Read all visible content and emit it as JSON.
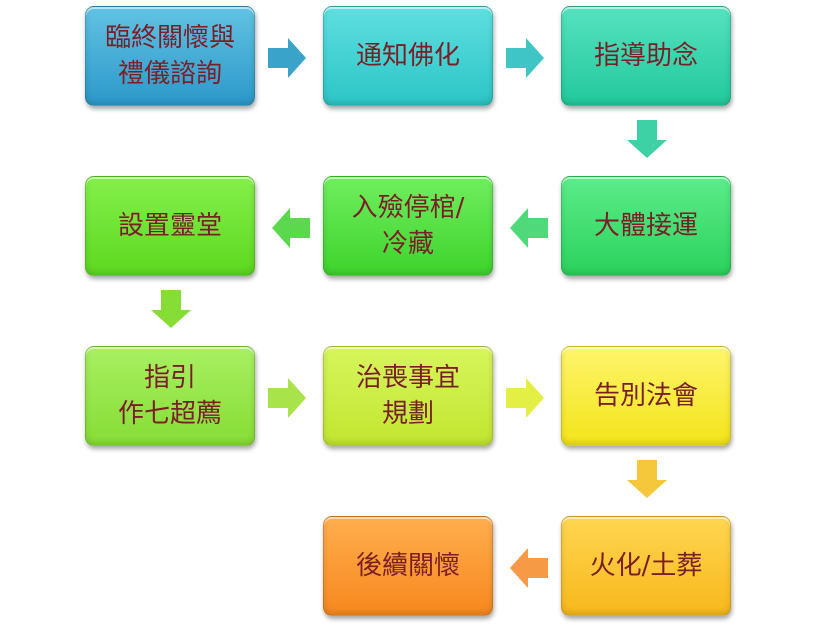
{
  "flowchart": {
    "steps": [
      {
        "label": "臨終關懷與\n禮儀諮詢"
      },
      {
        "label": "通知佛化"
      },
      {
        "label": "指導助念"
      },
      {
        "label": "大體接運"
      },
      {
        "label": "入殮停棺/\n冷藏"
      },
      {
        "label": "設置靈堂"
      },
      {
        "label": "指引\n作七超薦"
      },
      {
        "label": "治喪事宜\n規劃"
      },
      {
        "label": "告別法會"
      },
      {
        "label": "火化/土葬"
      },
      {
        "label": "後續關懷"
      }
    ],
    "arrow_colors": [
      "#3aa3c9",
      "#3fc6c4",
      "#3fd1a6",
      "#4fd97a",
      "#5bd84e",
      "#86dd35",
      "#a9e34a",
      "#e3ef45",
      "#f4c83a",
      "#f79a45"
    ]
  }
}
